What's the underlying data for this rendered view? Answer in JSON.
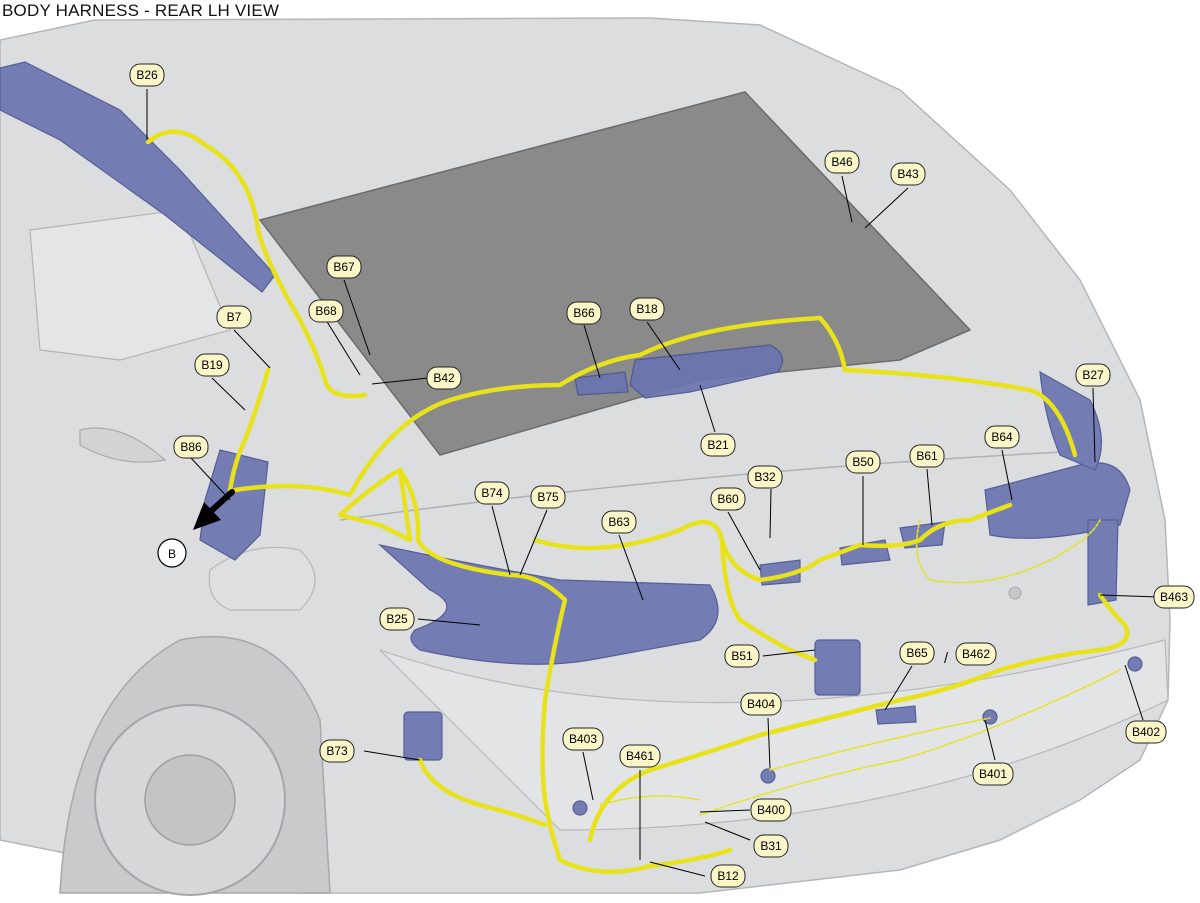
{
  "title": "BODY HARNESS - REAR LH VIEW",
  "colors": {
    "harness": "#e8e21a",
    "connector_part": "#5f68a8",
    "label_fill": "#fbf6c8",
    "body": "#d9dadc"
  },
  "labels": [
    "B26",
    "B46",
    "B43",
    "B67",
    "B68",
    "B7",
    "B42",
    "B66",
    "B18",
    "B19",
    "B27",
    "B21",
    "B86",
    "B64",
    "B50",
    "B61",
    "B32",
    "B74",
    "B75",
    "B60",
    "B63",
    "B463",
    "B25",
    "B65",
    "B462",
    "B51",
    "B404",
    "B402",
    "B73",
    "B403",
    "B461",
    "B401",
    "B400",
    "B31",
    "B12"
  ],
  "separator": "/",
  "arrow_label": "B"
}
